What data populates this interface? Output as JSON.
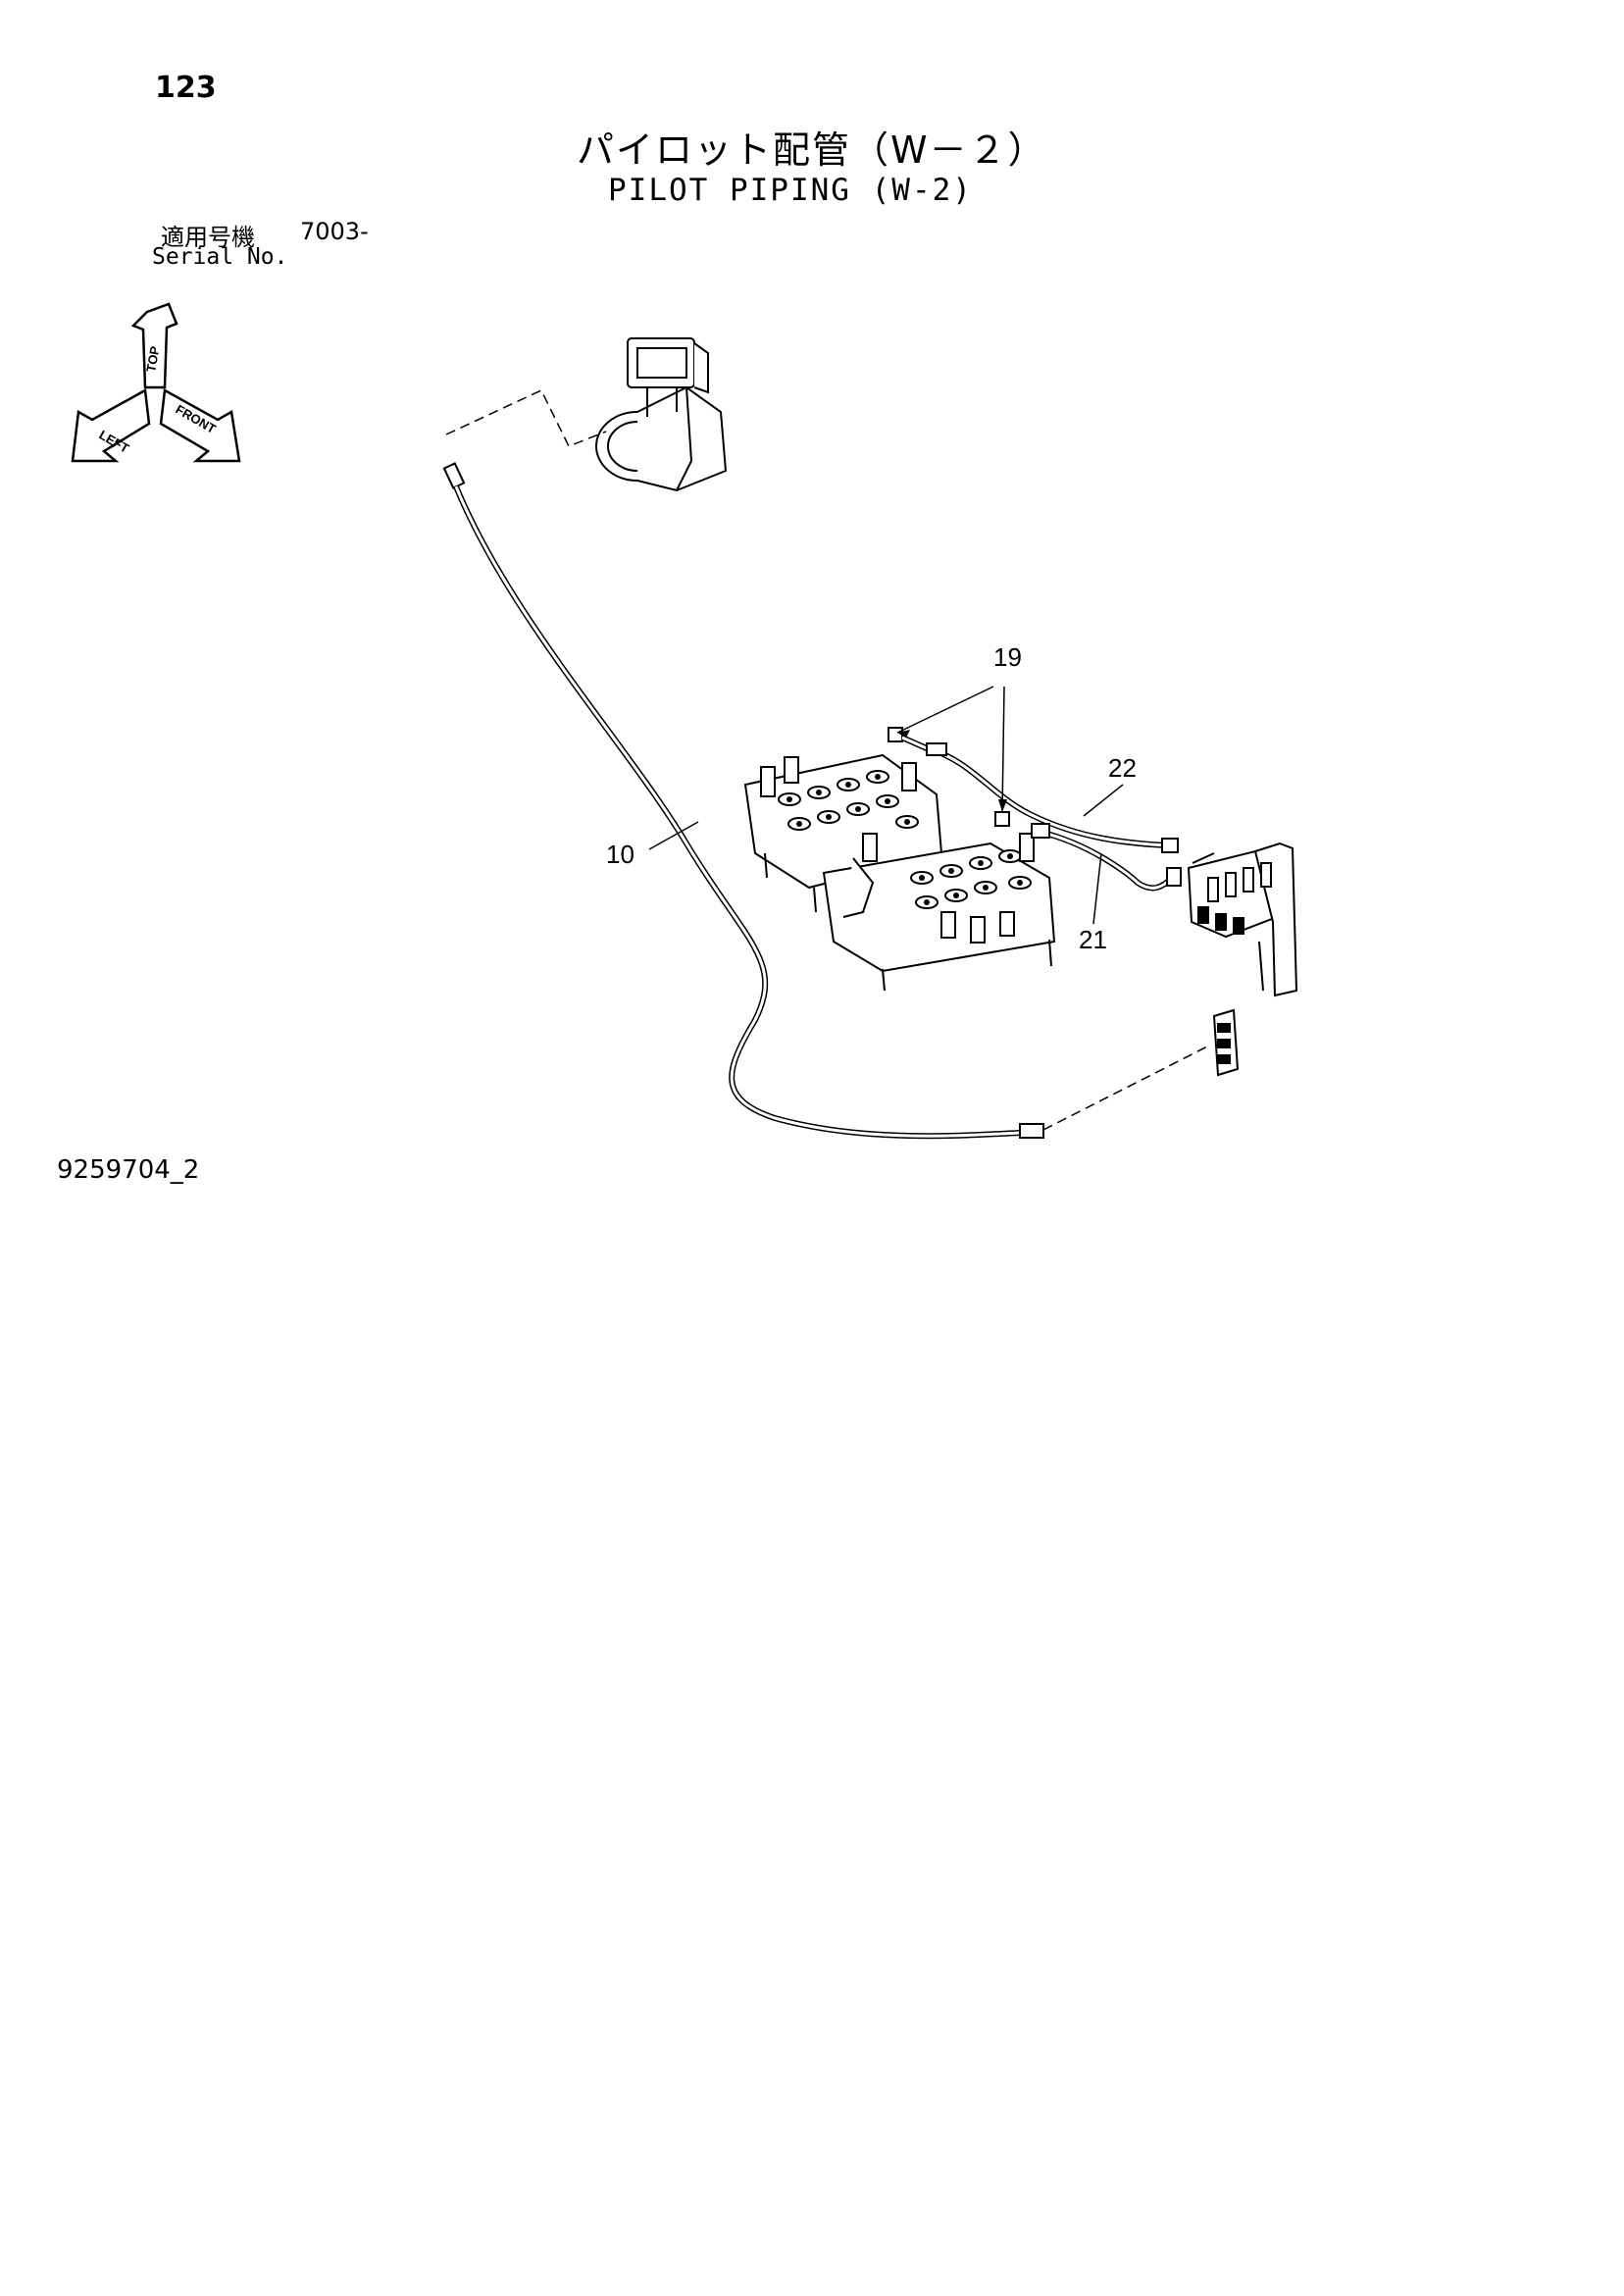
{
  "page": {
    "number": "123",
    "title_ja": "パイロット配管（W－２）",
    "title_en": "PILOT PIPING (W-2)",
    "serial_label_ja": "適用号機",
    "serial_value": "7003-",
    "serial_label_en": "Serial No.",
    "document_id": "9259704_2"
  },
  "callouts": [
    {
      "id": "19",
      "label": "19"
    },
    {
      "id": "22",
      "label": "22"
    },
    {
      "id": "10",
      "label": "10"
    },
    {
      "id": "21",
      "label": "21"
    }
  ],
  "orientation_icon": {
    "icon": "orientation-arrows-icon",
    "labels": [
      "TOP",
      "LEFT",
      "FRONT"
    ]
  }
}
